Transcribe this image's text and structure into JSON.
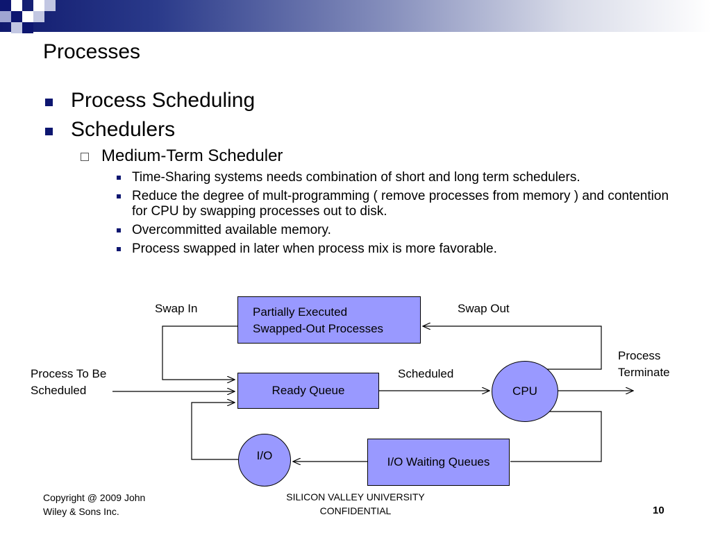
{
  "slide": {
    "title": "Processes",
    "bullets": [
      {
        "text": "Process Scheduling"
      },
      {
        "text": "Schedulers",
        "sub": {
          "text": "Medium-Term Scheduler",
          "items": [
            "Time-Sharing systems needs combination of short and long term schedulers.",
            "Reduce the degree of mult-programming ( remove processes from memory ) and contention for CPU by swapping processes out to disk.",
            "Overcommitted available memory.",
            "Process swapped in later when process mix is more favorable."
          ]
        }
      }
    ]
  },
  "diagram": {
    "swapped_box_line1": "Partially Executed",
    "swapped_box_line2": "Swapped-Out Processes",
    "ready_queue": "Ready Queue",
    "cpu": "CPU",
    "io": "I/O",
    "io_waiting": "I/O Waiting Queues",
    "swap_in": "Swap In",
    "swap_out": "Swap Out",
    "scheduled": "Scheduled",
    "process_to_be_line1": "Process To Be",
    "process_to_be_line2": "Scheduled",
    "terminate_line1": "Process",
    "terminate_line2": "Terminate"
  },
  "footer": {
    "copyright_line1": "Copyright @ 2009 John",
    "copyright_line2": "Wiley & Sons Inc.",
    "center_line1": "SILICON VALLEY UNIVERSITY",
    "center_line2": "CONFIDENTIAL",
    "page_number": "10"
  },
  "colors": {
    "header_dark": "#101a6e",
    "node_fill": "#9999ff",
    "bullet": "#0d1670"
  }
}
